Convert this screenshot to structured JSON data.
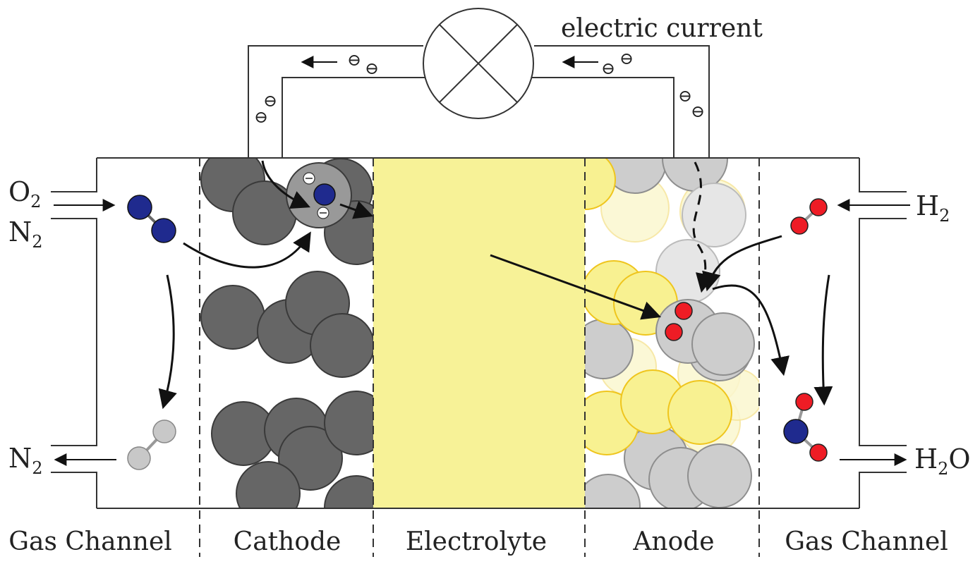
{
  "labels": {
    "electric_current": "electric current",
    "zones": [
      "Gas Channel",
      "Cathode",
      "Electrolyte",
      "Anode",
      "Gas Channel"
    ]
  },
  "species": {
    "o2_main": "O",
    "o2_sub": "2",
    "n2_in_main": "N",
    "n2_in_sub": "2",
    "n2_out_main": "N",
    "n2_out_sub": "2",
    "h2_main": "H",
    "h2_sub": "2",
    "h2o_h": "H",
    "h2o_sub": "2",
    "h2o_o": "O"
  },
  "electron_symbol": "⊖",
  "colors": {
    "electrolyte": "#f7f297",
    "anode_yellow": "#f8f191",
    "anode_yellow_stroke": "#efc51d",
    "cathode_particle": "#666666",
    "anode_particle": "#cdcdcd",
    "oxygen_atom": "#1f2a8e",
    "hydrogen_atom": "#ee1c25",
    "nitrogen_out_atom": "#c8c8c8",
    "line": "#333333"
  }
}
